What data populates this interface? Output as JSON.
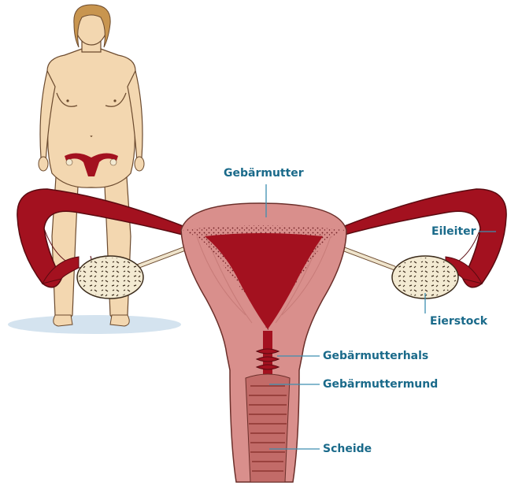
{
  "labels": {
    "uterus": "Gebärmutter",
    "fallopian_tube": "Eileiter",
    "ovary": "Eierstock",
    "cervix": "Gebärmutterhals",
    "cervical_os": "Gebärmuttermund",
    "vagina": "Scheide"
  },
  "colors": {
    "label_text": "#1a6a8a",
    "leader_line": "#3d8fb0",
    "dark_red": "#a3111f",
    "tissue_pink": "#d98f8c",
    "tissue_light": "#eab6b2",
    "skin": "#f3d7b0",
    "skin_outline": "#6b4a2e",
    "hair": "#c8954f",
    "ovary_cream": "#f3ead2",
    "shadow": "#d4e3ef"
  },
  "icons": [
    "female-figure-illustration",
    "uterus-anatomy-illustration"
  ]
}
